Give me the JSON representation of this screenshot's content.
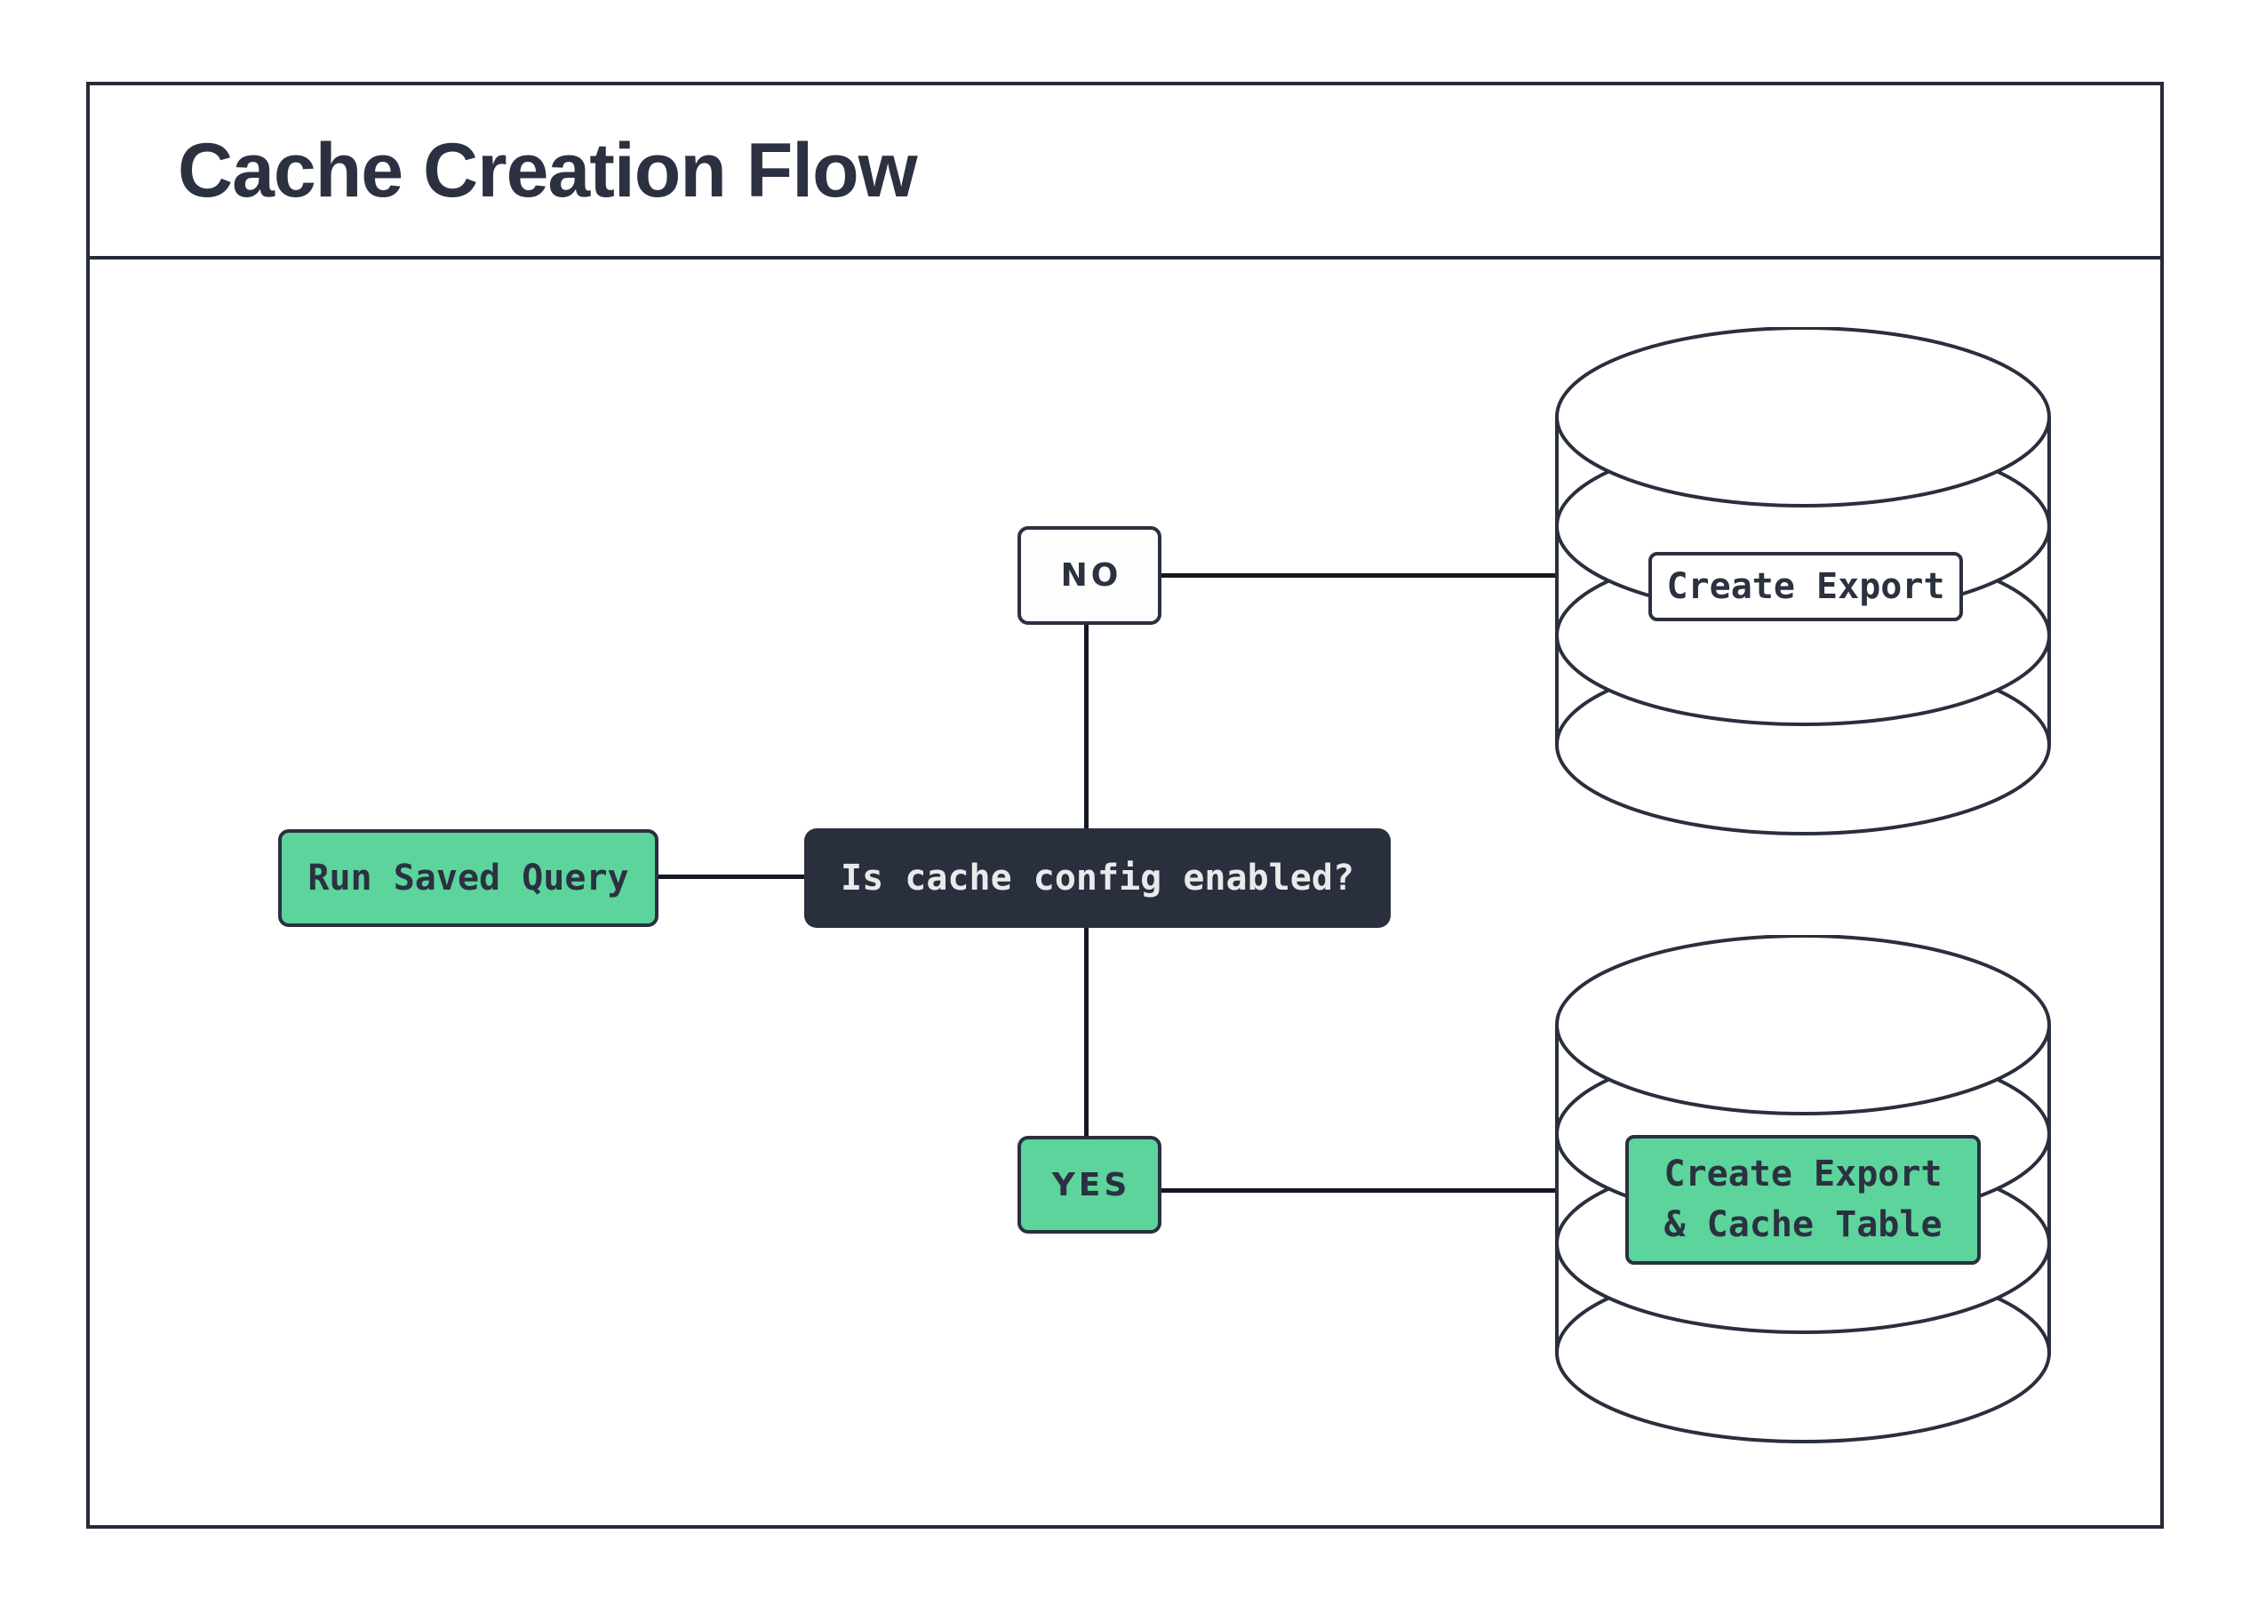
{
  "title": "Cache Creation Flow",
  "palette": {
    "accent_green": "#5cd49c",
    "ink_navy": "#2a2f3e",
    "frame_border": "#262b38",
    "connector": "#141823",
    "light_text": "#e9eaec",
    "background": "#ffffff"
  },
  "nodes": {
    "start": {
      "label": "Run Saved Query"
    },
    "decision": {
      "label": "Is cache config enabled?"
    },
    "branch_no": {
      "label": "NO"
    },
    "branch_yes": {
      "label": "YES"
    },
    "db_no": {
      "icon": "database-icon",
      "label": "Create Export"
    },
    "db_yes": {
      "icon": "database-icon",
      "label_line1": "Create Export",
      "label_line2": "& Cache Table"
    }
  }
}
